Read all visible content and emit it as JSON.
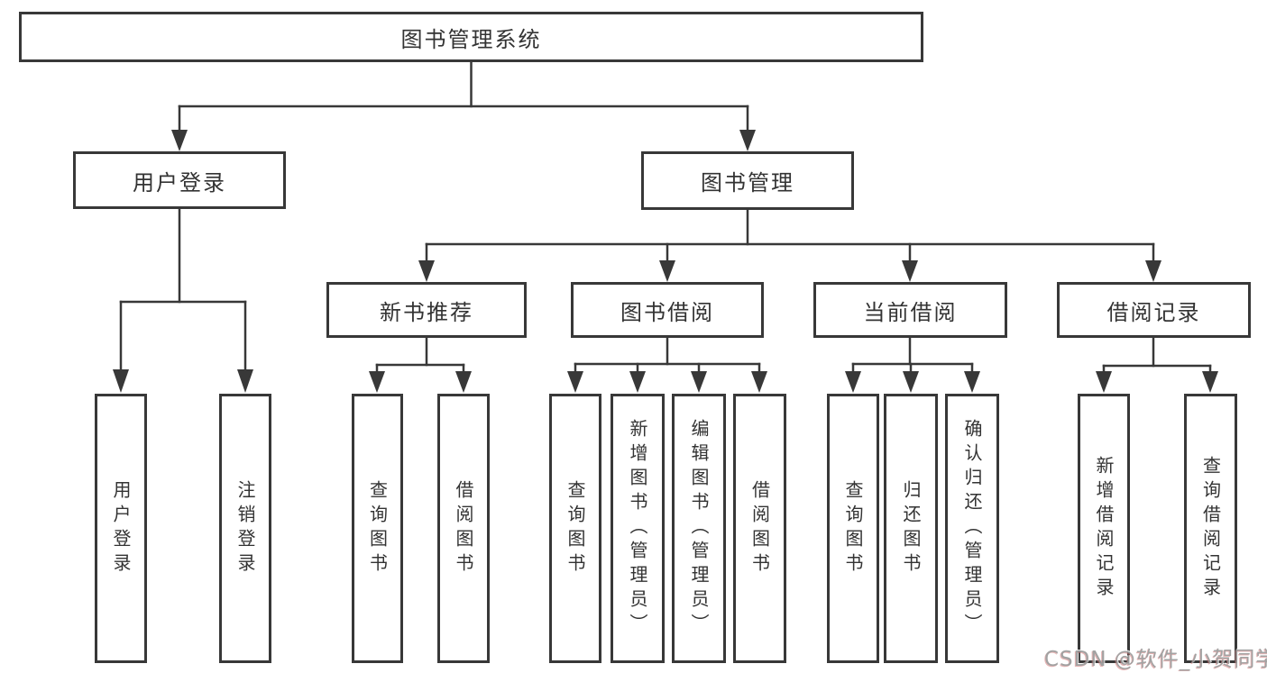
{
  "nodes": {
    "root": "图书管理系统",
    "user_login": "用户登录",
    "book_mgmt": "图书管理",
    "new_book_rec": "新书推荐",
    "book_borrowing": "图书借阅",
    "current_borrowing": "当前借阅",
    "borrowing_records": "借阅记录",
    "leaf_login": "用户登录",
    "leaf_logout": "注销登录",
    "leaf_rec_query": "查询图书",
    "leaf_rec_borrow": "借阅图书",
    "leaf_bor_query": "查询图书",
    "leaf_bor_add": "新增图书（管理员）",
    "leaf_bor_edit": "编辑图书（管理员）",
    "leaf_bor_borrow": "借阅图书",
    "leaf_cur_query": "查询图书",
    "leaf_cur_return": "归还图书",
    "leaf_cur_confirm": "确认归还（管理员）",
    "leaf_hist_add": "新增借阅记录",
    "leaf_hist_query": "查询借阅记录"
  },
  "hierarchy": {
    "图书管理系统": {
      "用户登录": [
        "用户登录",
        "注销登录"
      ],
      "图书管理": {
        "新书推荐": [
          "查询图书",
          "借阅图书"
        ],
        "图书借阅": [
          "查询图书",
          "新增图书（管理员）",
          "编辑图书（管理员）",
          "借阅图书"
        ],
        "当前借阅": [
          "查询图书",
          "归还图书",
          "确认归还（管理员）"
        ],
        "借阅记录": [
          "新增借阅记录",
          "查询借阅记录"
        ]
      }
    }
  },
  "watermark": "CSDN @软件_小贺同学",
  "colors": {
    "line": "#383838",
    "box_border": "#383838",
    "text": "#333333",
    "watermark": "#9b9b9b",
    "background": "#ffffff"
  }
}
